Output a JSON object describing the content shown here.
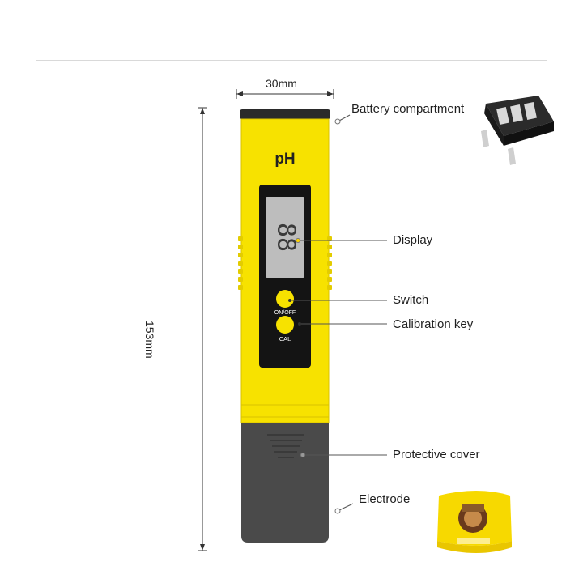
{
  "dimensions": {
    "width_label": "30mm",
    "height_label": "153mm"
  },
  "device": {
    "brand_label": "pH",
    "lcd_digits": "88",
    "switch_label": "ON/OFF",
    "cal_label": "CAL",
    "body_color": "#f7e200",
    "cover_color": "#4a4a4a"
  },
  "callouts": {
    "battery": "Battery compartment",
    "display": "Display",
    "switch": "Switch",
    "calibration": "Calibration key",
    "cover": "Protective cover",
    "electrode": "Electrode"
  }
}
